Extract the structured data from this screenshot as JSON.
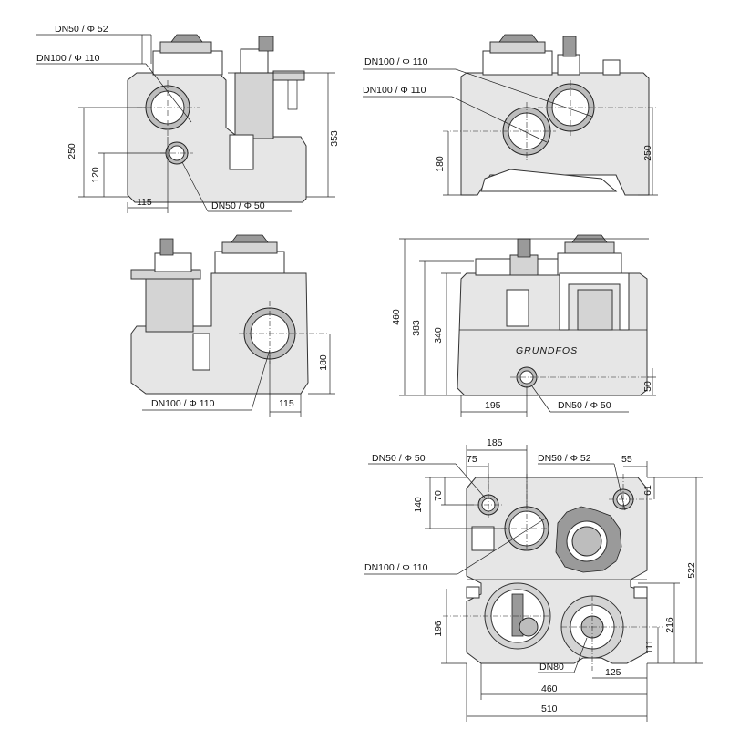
{
  "views": {
    "front_left": {
      "callouts": [
        "DN50 /   Φ 52",
        "DN100 /   Φ 110",
        "DN50 /   Φ 50"
      ],
      "dims": [
        "353",
        "250",
        "120",
        "115"
      ]
    },
    "side_right": {
      "callouts": [
        "DN100 /   Φ 110",
        "DN100 /   Φ 110"
      ],
      "dims": [
        "180",
        "250"
      ]
    },
    "back_left": {
      "callouts": [
        "DN100 /   Φ 110"
      ],
      "dims": [
        "180",
        "115"
      ]
    },
    "front_right": {
      "callouts": [
        "DN50 /   Φ 50"
      ],
      "dims": [
        "460",
        "383",
        "340",
        "195",
        "50"
      ],
      "logo": "GRUNDFOS"
    },
    "top": {
      "callouts": [
        "DN50 /   Φ 50",
        "DN50 /   Φ 52",
        "DN100 /   Φ 110",
        "DN80"
      ],
      "dims": [
        "185",
        "75",
        "55",
        "140",
        "70",
        "61",
        "522",
        "196",
        "216",
        "111",
        "125",
        "460",
        "510"
      ]
    }
  }
}
